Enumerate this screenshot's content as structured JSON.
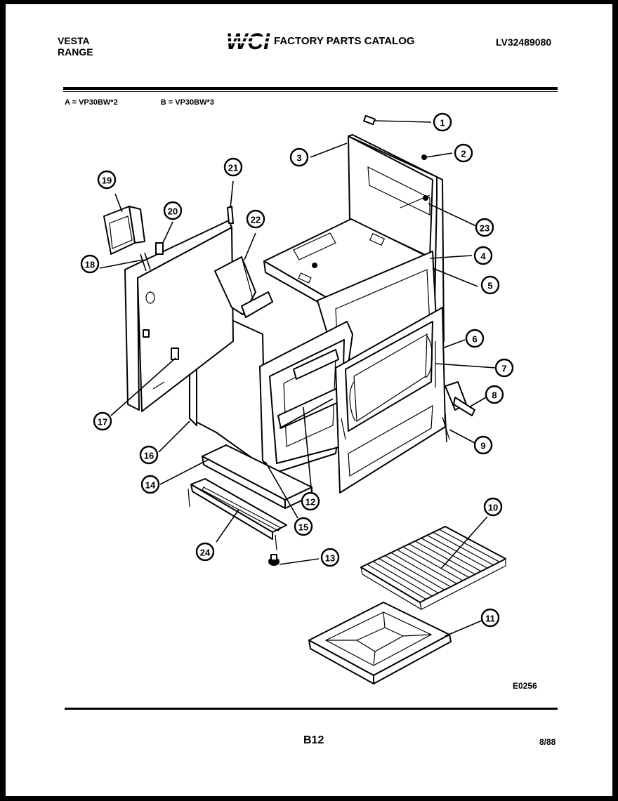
{
  "header": {
    "brand_line1": "VESTA",
    "brand_line2": "RANGE",
    "logo_text": "WCI",
    "catalog_title": "FACTORY PARTS CATALOG",
    "model_number": "LV32489080"
  },
  "variants": [
    {
      "label": "A = VP30BW*2"
    },
    {
      "label": "B = VP30BW*3"
    }
  ],
  "callouts": [
    "1",
    "2",
    "3",
    "4",
    "5",
    "6",
    "7",
    "8",
    "9",
    "10",
    "11",
    "12",
    "13",
    "14",
    "15",
    "16",
    "17",
    "18",
    "19",
    "20",
    "21",
    "22",
    "23",
    "24"
  ],
  "footer": {
    "drawing_code": "E0256",
    "page_number": "B12",
    "date": "8/88"
  },
  "colors": {
    "ink": "#000000",
    "paper": "#ffffff",
    "frame": "#000000"
  }
}
